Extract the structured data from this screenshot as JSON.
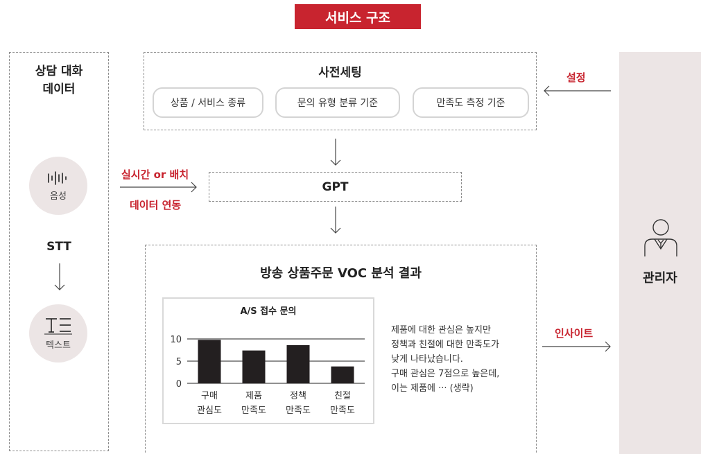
{
  "title": "서비스 구조",
  "left_panel": {
    "title_line1": "상담 대화",
    "title_line2": "데이터",
    "voice_label": "음성",
    "stt_label": "STT",
    "text_label": "텍스트"
  },
  "presetting": {
    "title": "사전세팅",
    "items": [
      "상품 / 서비스 종류",
      "문의 유형 분류 기준",
      "만족도 측정 기준"
    ]
  },
  "realtime_label": "실시간 or 배치",
  "data_link_label": "데이터 연동",
  "gpt_label": "GPT",
  "result": {
    "title": "방송 상품주문 VOC 분석 결과",
    "insight_lines": [
      "제품에 대한 관심은 높지만",
      "정책과 친절에 대한 만족도가",
      "낮게 나타났습니다.",
      "구매 관심은 7점으로 높은데,",
      "이는 제품에 ··· (생략)"
    ]
  },
  "setting_label": "설정",
  "insight_label": "인사이트",
  "admin_label": "관리자",
  "colors": {
    "accent": "#c8242f",
    "panel": "#ece5e5",
    "bar": "#231f20"
  },
  "chart_data": {
    "type": "bar",
    "title": "A/S 접수 문의",
    "categories": [
      [
        "구매",
        "관심도"
      ],
      [
        "제품",
        "만족도"
      ],
      [
        "정책",
        "만족도"
      ],
      [
        "친절",
        "만족도"
      ]
    ],
    "values": [
      9.8,
      7.4,
      8.6,
      3.8
    ],
    "yticks": [
      0,
      5,
      10
    ],
    "ylim": [
      0,
      10
    ],
    "grid": true
  }
}
